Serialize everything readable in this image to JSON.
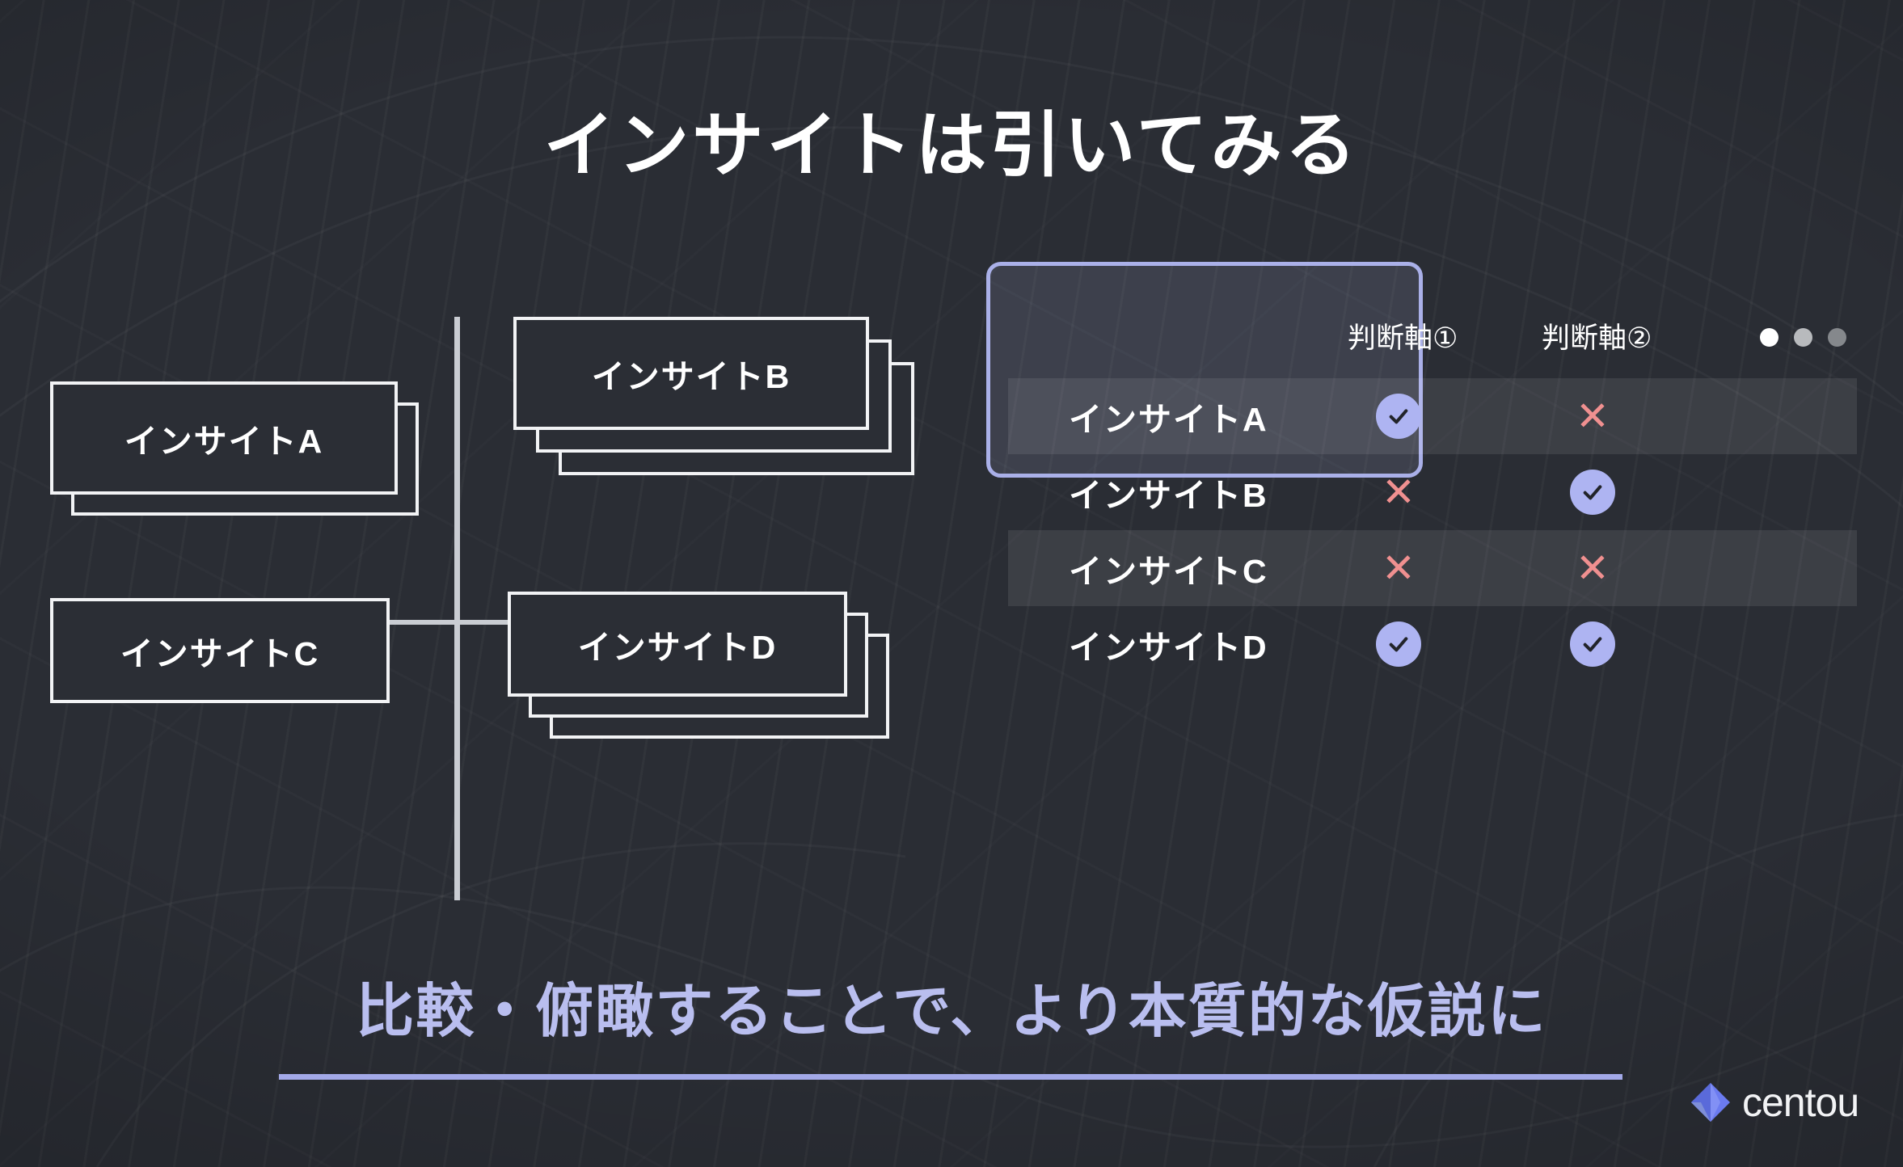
{
  "slide": {
    "title": "インサイトは引いてみる",
    "background_color": "#2a2d34"
  },
  "quadrant": {
    "cards": [
      {
        "label": "インサイトA",
        "stack": 2,
        "highlighted": false,
        "position": "top-left"
      },
      {
        "label": "インサイトB",
        "stack": 3,
        "highlighted": true,
        "position": "top-right"
      },
      {
        "label": "インサイトC",
        "stack": 1,
        "highlighted": false,
        "position": "bottom-left"
      },
      {
        "label": "インサイトD",
        "stack": 3,
        "highlighted": false,
        "position": "bottom-right"
      }
    ],
    "axis_color": "#c9ccd2",
    "highlight_color": "#aab0e8"
  },
  "table": {
    "headers": [
      "判断軸①",
      "判断軸②"
    ],
    "dots": [
      "#ffffff",
      "#b8babd",
      "#85888c"
    ],
    "rows": [
      {
        "name": "インサイトA",
        "axis1": "ok",
        "axis2": "no",
        "striped": true
      },
      {
        "name": "インサイトB",
        "axis1": "no",
        "axis2": "ok",
        "striped": false
      },
      {
        "name": "インサイトC",
        "axis1": "no",
        "axis2": "no",
        "striped": true
      },
      {
        "name": "インサイトD",
        "axis1": "ok",
        "axis2": "ok",
        "striped": false
      }
    ],
    "ok_color": "#aeb4f2",
    "no_color": "#f09090"
  },
  "footer": {
    "text": "比較・俯瞰することで、より本質的な仮説に",
    "text_color": "#b9beef",
    "rule_color": "#a3a9e8"
  },
  "logo": {
    "text": "centou",
    "mark_color": "#6b7bf0"
  }
}
